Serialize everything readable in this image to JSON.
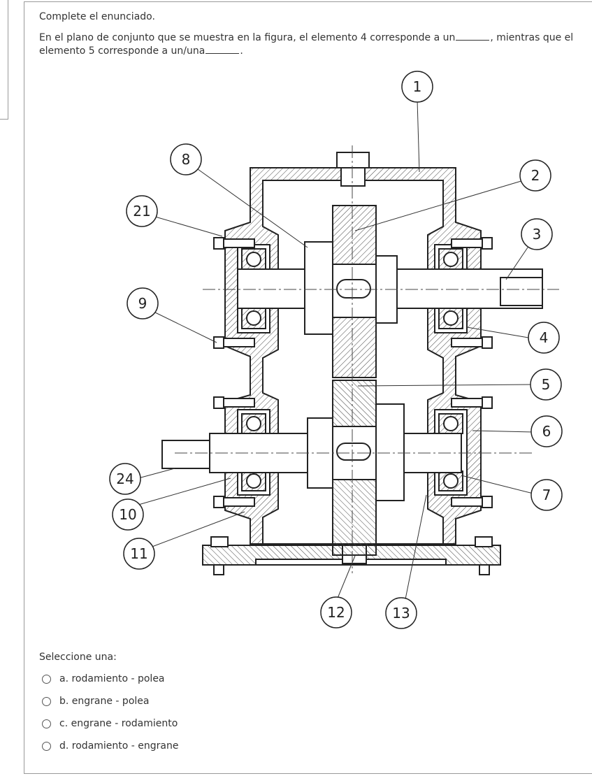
{
  "question": {
    "prompt": "Complete el enunciado.",
    "stem_line1": "En el plano de conjunto que se muestra en la figura, el elemento 4 corresponde a un",
    "stem_line1_tail": ", mientras que el",
    "stem_line2": "elemento 5 corresponde a un/una",
    "stem_line2_tail": "."
  },
  "figure": {
    "callouts": [
      "1",
      "2",
      "3",
      "4",
      "5",
      "6",
      "7",
      "8",
      "9",
      "10",
      "11",
      "12",
      "13",
      "21",
      "24"
    ]
  },
  "answers": {
    "select_label": "Seleccione una:",
    "options": [
      {
        "label": "a. rodamiento - polea"
      },
      {
        "label": "b. engrane - polea"
      },
      {
        "label": "c. engrane - rodamiento"
      },
      {
        "label": "d. rodamiento - engrane"
      }
    ]
  }
}
